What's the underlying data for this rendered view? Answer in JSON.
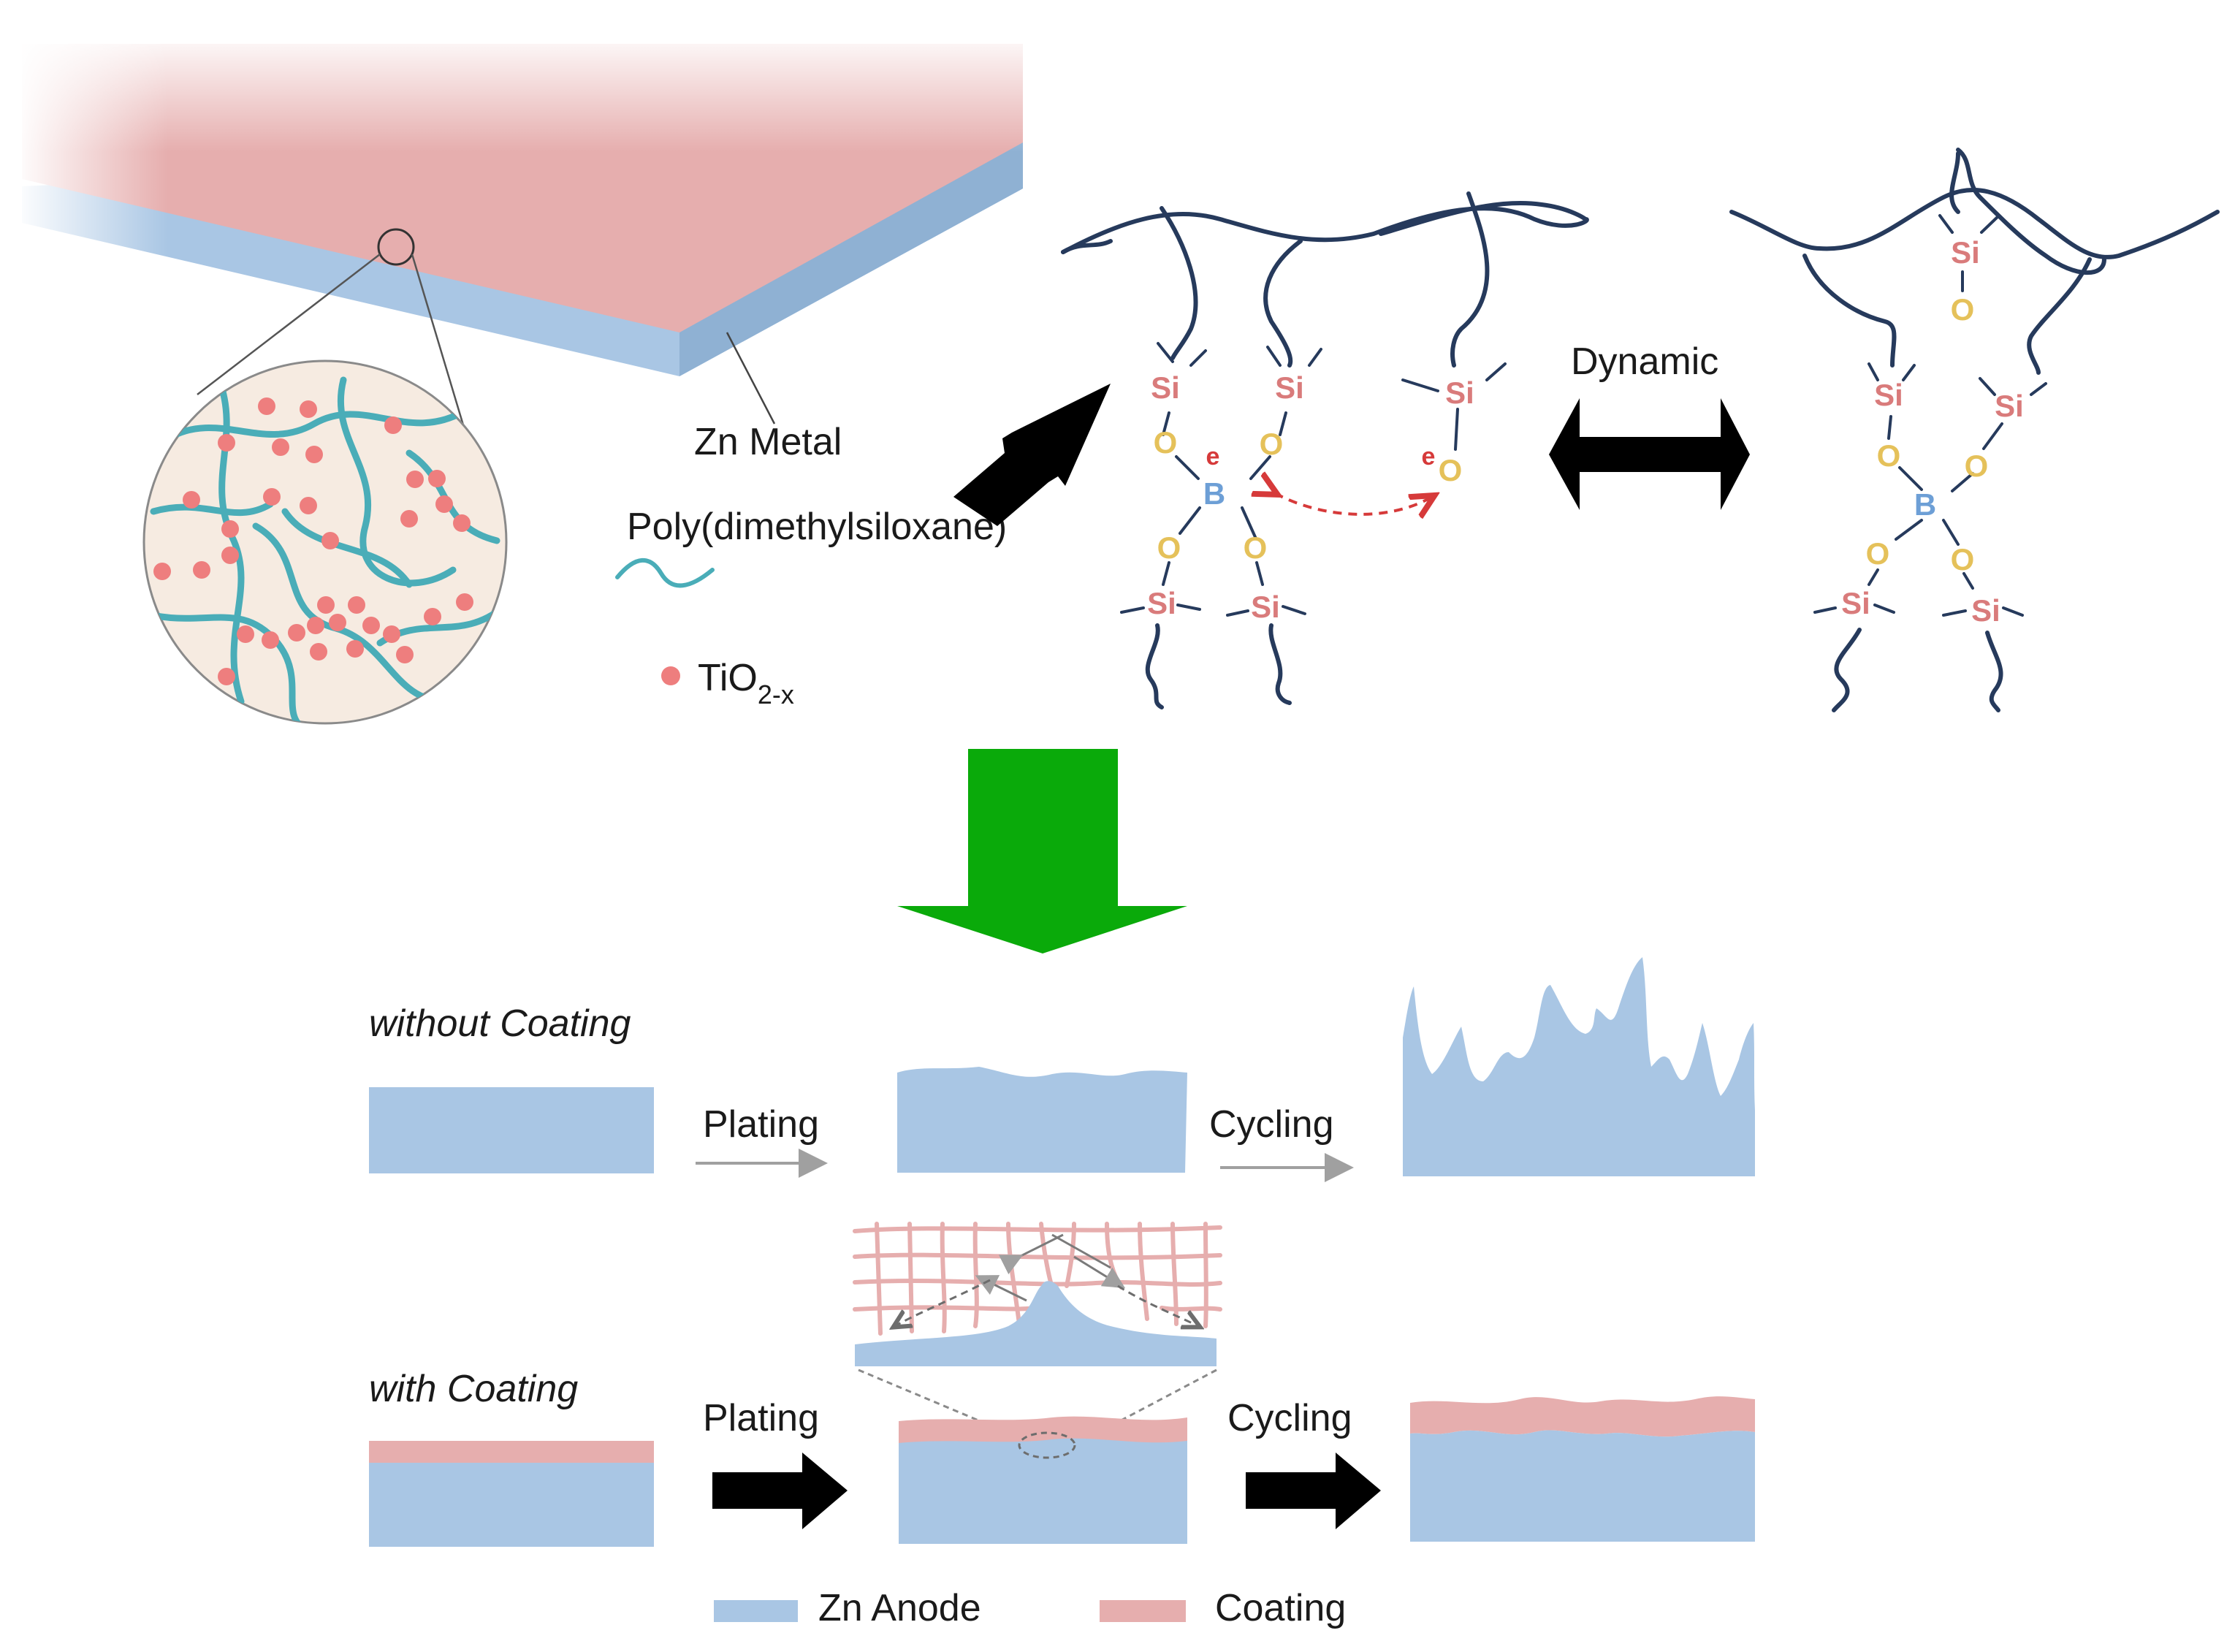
{
  "labels": {
    "zn_metal": "Zn Metal",
    "pdms": "Poly(dimethylsiloxane)",
    "tio2_base": "TiO",
    "tio2_sub": "2-x",
    "dynamic": "Dynamic",
    "without_coating": "without Coating",
    "with_coating": "with Coating",
    "plating": "Plating",
    "cycling": "Cycling",
    "legend_zn_anode": "Zn Anode",
    "legend_coating": "Coating"
  },
  "atoms": {
    "si": "Si",
    "o": "O",
    "b": "B",
    "e": "e"
  },
  "colors": {
    "zn_anode": "#a9c6e4",
    "coating": "#e6aeae",
    "polymer_chain": "#4aadb8",
    "particle": "#ee7e7e",
    "network": "#263a5c",
    "silicon": "#d97b7b",
    "oxygen": "#e5c15a",
    "boron": "#6d9fd6",
    "electron": "#d63a3a",
    "green_arrow": "#0aaa0a",
    "black_arrow": "#000000",
    "gray_arrow": "#a0a0a0"
  }
}
